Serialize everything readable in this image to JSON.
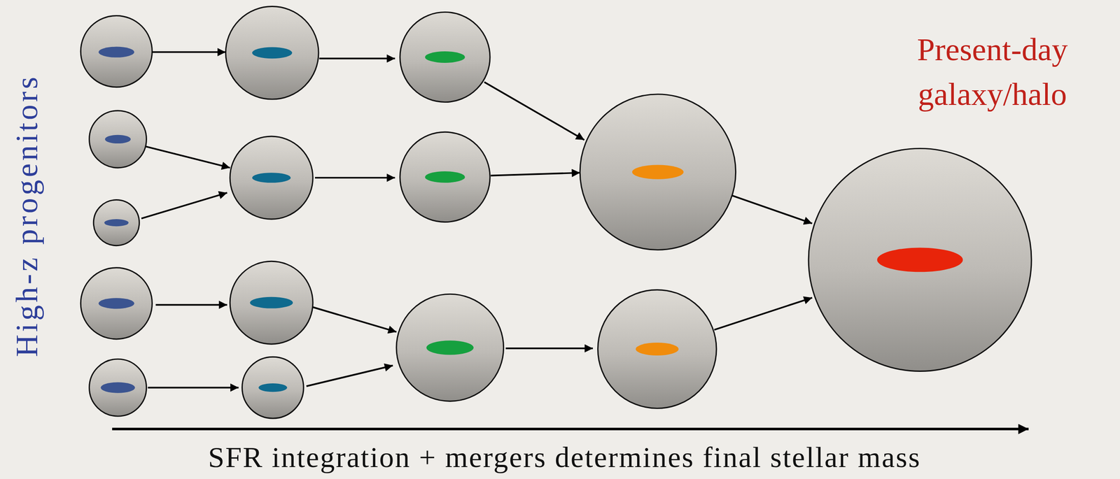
{
  "diagram": {
    "labels": [
      "High-z progenitors",
      "Present-day galaxy/halo",
      "SFR integration + mergers determines final stellar mass"
    ]
  }
}
